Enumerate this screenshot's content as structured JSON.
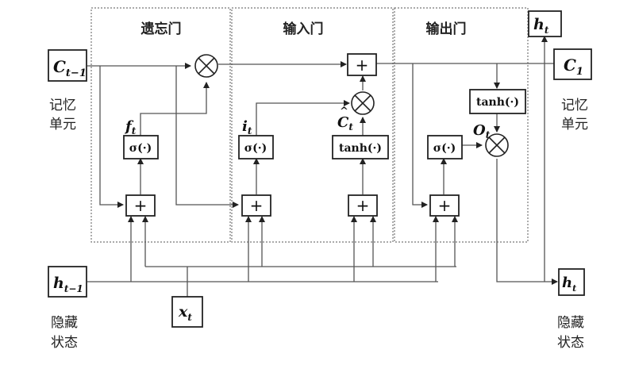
{
  "gates": {
    "forget": "遗忘门",
    "input": "输入门",
    "output": "输出门"
  },
  "nodes": {
    "c_prev": {
      "base": "C",
      "sub": "t−1"
    },
    "c_next": {
      "base": "C",
      "sub": "1"
    },
    "h_prev": {
      "base": "h",
      "sub": "t−1"
    },
    "h_top": {
      "base": "h",
      "sub": "t"
    },
    "h_out": {
      "base": "h",
      "sub": "t"
    },
    "x_t": {
      "base": "x",
      "sub": "t"
    }
  },
  "labels": {
    "memory_left_1": "记忆",
    "memory_left_2": "单元",
    "memory_right_1": "记忆",
    "memory_right_2": "单元",
    "hidden_left_1": "隐藏",
    "hidden_left_2": "状态",
    "hidden_right_1": "隐藏",
    "hidden_right_2": "状态"
  },
  "signals": {
    "f": {
      "base": "f",
      "sub": "t"
    },
    "i": {
      "base": "i",
      "sub": "t"
    },
    "c_tilde": {
      "base": "C",
      "sub": "t",
      "hat": "^"
    },
    "o": {
      "base": "O",
      "sub": "t"
    }
  },
  "functions": {
    "sigma": "σ(·)",
    "tanh": "tanh(·)"
  },
  "operators": {
    "add": "+",
    "multiply": "⊗"
  }
}
